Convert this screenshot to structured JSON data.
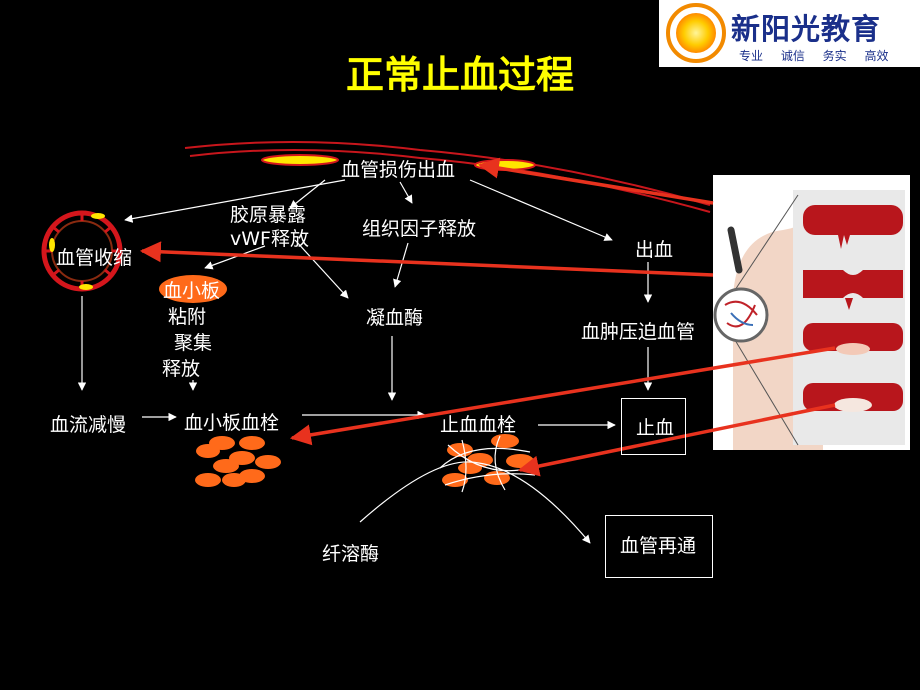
{
  "title": "正常止血过程",
  "logo": {
    "name": "新阳光教育",
    "slogan": "专业 诚信 务实 高效"
  },
  "nodes": {
    "vessel_injury": "血管损伤出血",
    "collagen": "胶原暴露",
    "vwf": "vWF释放",
    "tissue_factor": "组织因子释放",
    "bleeding": "出血",
    "vasoconstriction": "血管收缩",
    "platelet": "血小板",
    "adhesion": "粘附",
    "aggregation": "聚集",
    "release": "释放",
    "thrombin": "凝血酶",
    "hematoma": "血肿压迫血管",
    "slow_flow": "血流减慢",
    "platelet_plug": "血小板血栓",
    "hemostatic_plug": "止血血栓",
    "hemostasis": "止血",
    "fibrinolysin": "纤溶酶",
    "recanalization": "血管再通"
  },
  "colors": {
    "title": "#ffff00",
    "arrow_red": "#e8321e",
    "platelet": "#ff6a1a",
    "background": "#000000"
  }
}
